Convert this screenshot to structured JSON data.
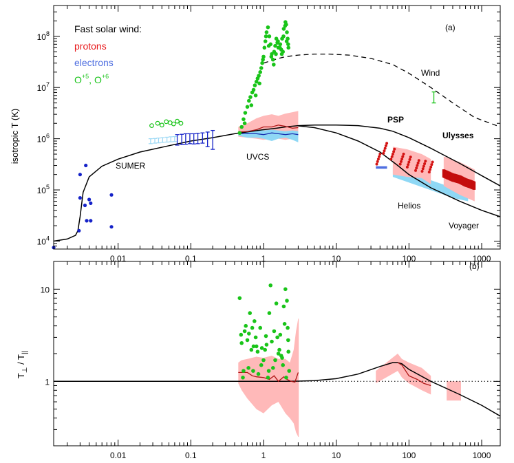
{
  "chart_data": [
    {
      "id": "a",
      "type": "scatter",
      "panel_label": "(a)",
      "ylabel": "isotropic T (K)",
      "xscale": "log",
      "yscale": "log",
      "xlim": [
        0.0013,
        1800
      ],
      "ylim": [
        7000,
        400000000
      ],
      "x_ticks": [
        {
          "value": 0.01,
          "label": "0.01"
        },
        {
          "value": 0.1,
          "label": "0.1"
        },
        {
          "value": 1,
          "label": "1"
        },
        {
          "value": 10,
          "label": "10"
        },
        {
          "value": 100,
          "label": "100"
        },
        {
          "value": 1000,
          "label": "1000"
        }
      ],
      "y_ticks": [
        {
          "value": 10000,
          "mant": "10",
          "exp": "4"
        },
        {
          "value": 100000,
          "mant": "10",
          "exp": "5"
        },
        {
          "value": 1000000,
          "mant": "10",
          "exp": "6"
        },
        {
          "value": 10000000,
          "mant": "10",
          "exp": "7"
        },
        {
          "value": 100000000,
          "mant": "10",
          "exp": "8"
        }
      ],
      "legend": {
        "title": "Fast solar wind:",
        "protons": "protons",
        "electrons": "electrons",
        "ions_base1": "O",
        "ions_sup1": "+5",
        "ions_sep": ", ",
        "ions_base2": "O",
        "ions_sup2": "+6"
      },
      "annotations": {
        "sumer": "SUMER",
        "uvcs": "UVCS",
        "psp": "PSP",
        "ulysses": "Ulysses",
        "helios": "Helios",
        "voyager": "Voyager",
        "wind": "Wind"
      },
      "colors": {
        "protons": "#e8191b",
        "electrons": "#4f6fe0",
        "oxygen": "#19c419",
        "sumer_points": "#1522c8",
        "proton_band": "#ffb9b9",
        "electron_band": "#8fd8f5",
        "curve": "#000000"
      },
      "series": {
        "model_solid_upper": {
          "x": [
            0.0013,
            0.002,
            0.0026,
            0.0028,
            0.003,
            0.0033,
            0.004,
            0.006,
            0.01,
            0.02,
            0.05,
            0.1,
            0.2,
            0.4,
            0.7,
            1,
            1.5,
            2,
            3,
            5,
            10,
            20,
            40,
            60,
            100,
            200,
            500,
            1000,
            1800
          ],
          "y": [
            10000,
            11000,
            13000,
            16000,
            30000,
            90000,
            180000,
            290000,
            400000,
            550000,
            730000,
            900000,
            1050000,
            1250000,
            1400000,
            1500000,
            1600000,
            1700000,
            1800000,
            1850000,
            1850000,
            1800000,
            1600000,
            1400000,
            1050000,
            650000,
            330000,
            190000,
            120000
          ]
        },
        "model_solid_lower": {
          "x": [
            3,
            5,
            10,
            20,
            40,
            70,
            100,
            200,
            500,
            1000,
            1800
          ],
          "y": [
            1780000,
            1650000,
            1300000,
            900000,
            550000,
            300000,
            200000,
            110000,
            60000,
            40000,
            30000
          ]
        },
        "model_dashed_oxygen": {
          "x": [
            1,
            1.5,
            2,
            3,
            5,
            8,
            15,
            30,
            60,
            100,
            200,
            400,
            800,
            1800
          ],
          "y": [
            30000000,
            36000000,
            40000000,
            43000000,
            45000000,
            45000000,
            43000000,
            37000000,
            28000000,
            19000000,
            10000000,
            5000000,
            2600000,
            1700000
          ]
        },
        "sumer_electron_points": {
          "x": [
            0.0013,
            0.0029,
            0.003,
            0.003,
            0.0035,
            0.0036,
            0.0037,
            0.004,
            0.0042,
            0.0042,
            0.0081,
            0.0081
          ],
          "y": [
            7500,
            16000,
            70000,
            200000,
            50000,
            300000,
            25000,
            65000,
            55000,
            25000,
            80000,
            19000
          ]
        },
        "oxygen_open_points": {
          "x": [
            0.029,
            0.035,
            0.04,
            0.046,
            0.052,
            0.058,
            0.065,
            0.073
          ],
          "y": [
            1800000,
            2000000,
            1850000,
            2150000,
            2050000,
            1950000,
            2200000,
            2000000
          ]
        },
        "uvcs_oxygen_points": {
          "x": [
            0.47,
            0.5,
            0.53,
            0.56,
            0.6,
            0.63,
            0.66,
            0.7,
            0.73,
            0.76,
            0.8,
            0.83,
            0.86,
            0.9,
            0.93,
            0.96,
            1.0,
            1.03,
            1.06,
            1.1,
            1.15,
            1.2,
            1.25,
            1.3,
            1.35,
            1.4,
            1.45,
            1.5,
            1.55,
            1.6,
            1.7,
            1.75,
            1.8,
            1.85,
            1.9,
            2.0,
            2.05,
            2.1,
            2.15,
            2.2,
            0.55,
            0.68,
            0.78,
            0.88,
            0.98,
            1.08,
            1.18,
            1.28,
            1.38,
            1.48,
            1.58,
            1.68,
            1.78,
            1.88,
            1.98,
            2.08,
            2.18
          ],
          "y": [
            1300000,
            1700000,
            2400000,
            3200000,
            4200000,
            5500000,
            6500000,
            8000000,
            9000000,
            11000000,
            13000000,
            15000000,
            17000000,
            20000000,
            24000000,
            30000000,
            40000000,
            60000000,
            80000000,
            120000000,
            150000000,
            100000000,
            70000000,
            45000000,
            35000000,
            50000000,
            65000000,
            90000000,
            75000000,
            60000000,
            70000000,
            55000000,
            90000000,
            50000000,
            140000000,
            190000000,
            170000000,
            120000000,
            90000000,
            60000000,
            2000000,
            4500000,
            7000000,
            12000000,
            35000000,
            100000000,
            65000000,
            40000000,
            28000000,
            45000000,
            80000000,
            60000000,
            45000000,
            100000000,
            160000000,
            80000000,
            70000000
          ]
        },
        "uvcs_proton_band": {
          "x": [
            0.45,
            0.6,
            0.8,
            1,
            1.3,
            1.6,
            2,
            2.5,
            3
          ],
          "upper": [
            1700000,
            2000000,
            2500000,
            2800000,
            3000000,
            2800000,
            3100000,
            3300000,
            3500000
          ],
          "lower": [
            1100000,
            1050000,
            1000000,
            950000,
            1000000,
            1000000,
            950000,
            1000000,
            1050000
          ]
        },
        "uvcs_proton_mean": {
          "x": [
            0.45,
            0.6,
            0.8,
            1,
            1.3,
            1.6,
            2,
            2.5,
            3
          ],
          "y": [
            1350000,
            1380000,
            1500000,
            1700000,
            1700000,
            1850000,
            1750000,
            1600000,
            1650000
          ]
        },
        "uvcs_electron_band": {
          "x": [
            0.45,
            0.6,
            0.8,
            1,
            1.3,
            1.6,
            2,
            2.5,
            3
          ],
          "upper": [
            1350000,
            1450000,
            1500000,
            1450000,
            1500000,
            1450000,
            1400000,
            1450000,
            1400000
          ],
          "lower": [
            1150000,
            1050000,
            1050000,
            1000000,
            900000,
            1000000,
            1050000,
            950000,
            850000
          ]
        },
        "uvcs_electron_mean": {
          "x": [
            0.45,
            0.6,
            0.8,
            1,
            1.3,
            1.6,
            2,
            2.5,
            3
          ],
          "y": [
            1250000,
            1280000,
            1250000,
            1200000,
            1300000,
            1250000,
            1200000,
            1250000,
            1200000
          ]
        },
        "sumer_electron_errorbars": {
          "x": [
            0.065,
            0.075,
            0.085,
            0.097,
            0.11,
            0.125,
            0.145,
            0.17,
            0.2
          ],
          "y": [
            1000000,
            1020000,
            1050000,
            1050000,
            1050000,
            1080000,
            1100000,
            1080000,
            1050000
          ],
          "lo": [
            750000,
            770000,
            780000,
            800000,
            790000,
            800000,
            820000,
            700000,
            620000
          ],
          "hi": [
            1200000,
            1220000,
            1250000,
            1250000,
            1250000,
            1280000,
            1300000,
            1350000,
            1450000
          ]
        },
        "sumer_light_errorbars": {
          "x": [
            0.028,
            0.032,
            0.036,
            0.041,
            0.047,
            0.053,
            0.06
          ],
          "y": [
            900000,
            920000,
            940000,
            960000,
            980000,
            1000000,
            1000000
          ],
          "lo": [
            800000,
            820000,
            830000,
            850000,
            860000,
            870000,
            880000
          ],
          "hi": [
            1000000,
            1010000,
            1030000,
            1050000,
            1070000,
            1090000,
            1100000
          ]
        },
        "wind_oxygen_point": {
          "x": [
            220
          ],
          "y": [
            6500000
          ],
          "lo": [
            5000000
          ],
          "hi": [
            8200000
          ]
        },
        "helios_electron_band": {
          "x1": [
            60,
            400
          ],
          "upper1": [
            280000,
            110000
          ],
          "lower1": [
            180000,
            70000
          ],
          "x2": [
            400,
            650
          ],
          "upper2": [
            110000,
            95000
          ],
          "lower2": [
            70000,
            60000
          ]
        },
        "psp_electron_band": {
          "x": [
            35,
            50
          ],
          "upper": [
            290000,
            290000
          ],
          "lower": [
            260000,
            260000
          ]
        },
        "psp_proton_band": {
          "x": [
            60,
            95,
            150,
            200
          ],
          "upper": [
            700000,
            620000,
            500000,
            400000
          ],
          "lower": [
            200000,
            180000,
            170000,
            130000
          ]
        },
        "psp_proton_points_range": {
          "x": [
            38,
            47,
            60,
            80,
            100,
            130,
            160,
            200
          ],
          "y": [
            400000,
            650000,
            500000,
            400000,
            350000,
            300000,
            290000,
            280000
          ]
        },
        "ulysses_proton_range": {
          "x": [
            300,
            400,
            500,
            600,
            700,
            800
          ],
          "y": [
            210000,
            175000,
            160000,
            140000,
            130000,
            120000
          ]
        },
        "ulysses_proton_band": {
          "x": [
            300,
            500,
            800
          ],
          "upper": [
            450000,
            350000,
            250000
          ],
          "lower": [
            120000,
            80000,
            60000
          ]
        }
      }
    },
    {
      "id": "b",
      "type": "line",
      "panel_label": "(b)",
      "ylabel_base": "T",
      "ylabel_sub1": "⊥",
      "ylabel_sep": " / ",
      "ylabel_sub2": "||",
      "xscale": "log",
      "yscale": "log",
      "xlim": [
        0.0013,
        1800
      ],
      "ylim": [
        0.2,
        20
      ],
      "x_ticks": [
        {
          "value": 0.01,
          "label": "0.01"
        },
        {
          "value": 0.1,
          "label": "0.1"
        },
        {
          "value": 1,
          "label": "1"
        },
        {
          "value": 10,
          "label": "10"
        },
        {
          "value": 100,
          "label": "100"
        },
        {
          "value": 1000,
          "label": "1000"
        }
      ],
      "y_ticks": [
        {
          "value": 1,
          "label": "1"
        },
        {
          "value": 10,
          "label": "10"
        }
      ],
      "series": {
        "reference_dotted": {
          "x": [
            0.0013,
            1800
          ],
          "y": [
            1,
            1
          ]
        },
        "model_solid": {
          "x": [
            0.0013,
            1,
            2,
            3,
            5,
            10,
            20,
            40,
            60,
            70,
            80,
            100,
            200,
            500,
            1000,
            1800
          ],
          "y": [
            1,
            1,
            1,
            1.005,
            1.02,
            1.07,
            1.2,
            1.45,
            1.6,
            1.6,
            1.55,
            1.35,
            1.0,
            0.72,
            0.55,
            0.42
          ]
        },
        "oxygen_points": {
          "x": [
            0.47,
            0.49,
            0.5,
            0.52,
            0.55,
            0.57,
            0.6,
            0.62,
            0.65,
            0.68,
            0.7,
            0.72,
            0.75,
            0.78,
            0.8,
            0.85,
            0.9,
            0.95,
            1.0,
            1.05,
            1.1,
            1.15,
            1.2,
            1.25,
            1.3,
            1.35,
            1.4,
            1.5,
            1.6,
            1.7,
            1.8,
            1.9,
            2.0,
            2.05,
            2.1,
            2.15,
            2.2,
            2.25,
            0.53,
            0.63,
            0.73,
            0.83,
            0.93,
            1.08,
            1.18,
            1.45,
            1.55,
            1.65,
            1.75,
            1.85,
            1.95,
            2.18
          ],
          "y": [
            8,
            3.2,
            2.6,
            1.1,
            3.5,
            4,
            2.8,
            1.4,
            5.5,
            2.2,
            3.8,
            1.3,
            4.5,
            3,
            2.4,
            1.2,
            3.8,
            2.3,
            1.7,
            2.2,
            2.5,
            1.1,
            5.5,
            11,
            2.7,
            1.4,
            3.5,
            7,
            2,
            3.2,
            1.8,
            6.5,
            10,
            1.1,
            7.5,
            3.8,
            2.1,
            1.3,
            1.3,
            3.3,
            2.4,
            2.1,
            1.5,
            3.1,
            1.3,
            1.7,
            3,
            2.2,
            1.9,
            1.5,
            4.2,
            2.8
          ]
        },
        "uvcs_proton_band": {
          "x": [
            0.45,
            0.5,
            0.6,
            0.8,
            1,
            1.3,
            1.6,
            2,
            2.3,
            2.6,
            2.8,
            3,
            3.05
          ],
          "upper": [
            1.6,
            1.7,
            1.75,
            1.85,
            1.8,
            1.9,
            1.75,
            1.75,
            1.6,
            2.2,
            3.5,
            4.8,
            4.8
          ],
          "lower": [
            0.95,
            0.8,
            0.65,
            0.5,
            0.45,
            0.55,
            0.6,
            0.45,
            0.4,
            0.35,
            0.28,
            0.25,
            0.25
          ]
        },
        "uvcs_proton_mean": {
          "x": [
            0.45,
            0.6,
            0.7,
            0.8,
            1,
            1.2,
            1.4,
            1.6,
            1.9,
            2.1,
            2.4,
            2.7,
            3
          ],
          "y": [
            1.25,
            1.25,
            1.15,
            1.12,
            1.1,
            1.05,
            1.15,
            1.0,
            1.12,
            1.05,
            1.0,
            0.98,
            1.25
          ]
        },
        "psp_proton_band": {
          "x": [
            35,
            70,
            80,
            100,
            150,
            200
          ],
          "upper": [
            1.3,
            2.0,
            1.75,
            1.6,
            1.4,
            1.15
          ],
          "lower": [
            0.95,
            1.3,
            1.1,
            0.95,
            0.8,
            0.72
          ]
        },
        "psp_proton_mean": {
          "x": [
            70,
            80,
            100,
            130,
            160,
            200
          ],
          "y": [
            1.6,
            1.5,
            1.15,
            1.05,
            0.95,
            0.9
          ]
        },
        "ulysses_proton_band": {
          "x": [
            330,
            520
          ],
          "upper": [
            1.0,
            1.0
          ],
          "lower": [
            0.62,
            0.62
          ]
        }
      }
    }
  ]
}
